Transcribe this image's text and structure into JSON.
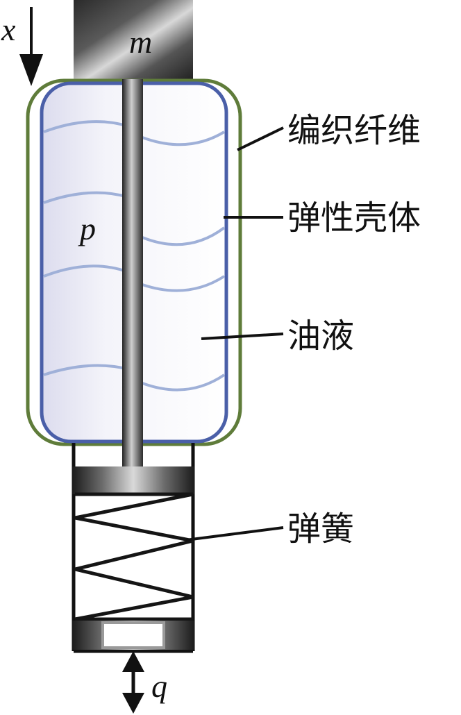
{
  "symbols": {
    "displacement": "x",
    "mass": "m",
    "pressure": "p",
    "flow": "q"
  },
  "labels": {
    "braided_fiber": "编织纤维",
    "elastic_shell": "弹性壳体",
    "oil": "油液",
    "spring": "弹簧"
  },
  "colors": {
    "fiber_outline": "#5f7c3a",
    "shell_outline": "#4a5fa8",
    "oil_waves": "#9fb0d8",
    "metal_dark": "#1e1e1e",
    "metal_light": "#bdbdbd"
  }
}
